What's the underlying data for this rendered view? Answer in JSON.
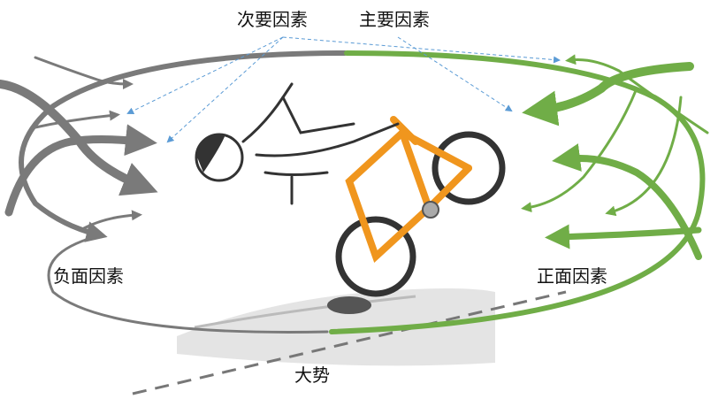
{
  "labels": {
    "secondary": "次要因素",
    "primary": "主要因素",
    "negative": "负面因素",
    "positive": "正面因素",
    "trend": "大势"
  },
  "colors": {
    "negative": "#7a7a7a",
    "positive": "#70ad47",
    "pointer": "#5b9bd5",
    "bike": "#f0961e"
  }
}
